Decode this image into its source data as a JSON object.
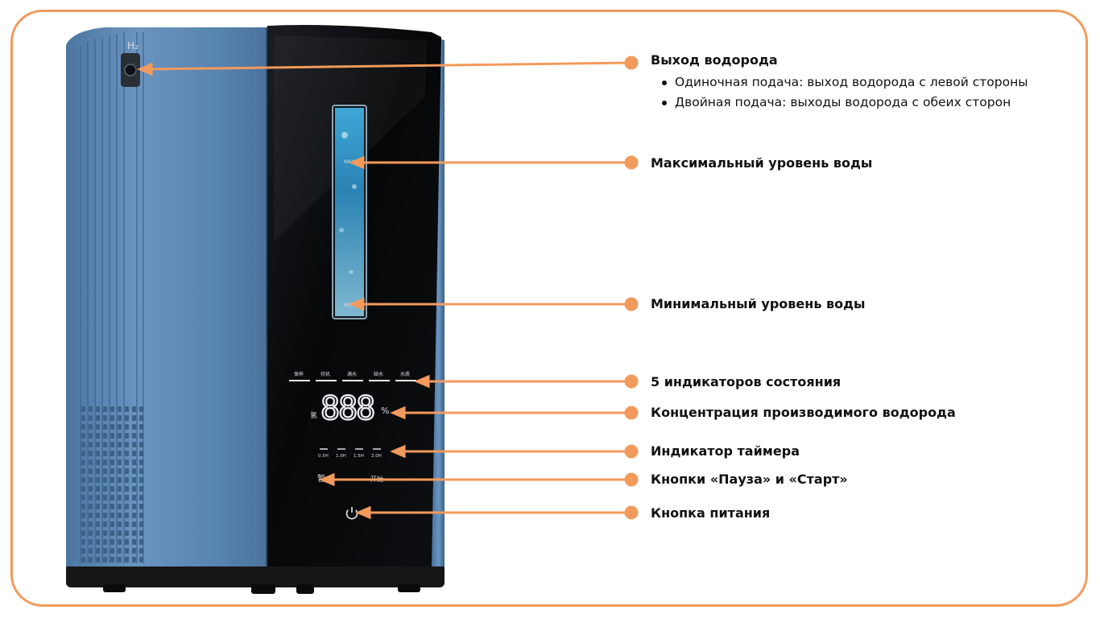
{
  "accent_color": "#f29a5c",
  "device_color": "#5b86b0",
  "callouts": [
    {
      "id": "hydrogen-outlet",
      "title": "Выход водорода",
      "bullets": [
        "Одиночная подача: выход водорода с левой стороны",
        "Двойная подача: выходы водорода с обеих сторон"
      ]
    },
    {
      "id": "max-water-level",
      "title": "Максимальный уровень воды"
    },
    {
      "id": "min-water-level",
      "title": "Минимальный уровень воды"
    },
    {
      "id": "status-indicators",
      "title": "5 индикаторов состояния"
    },
    {
      "id": "hydrogen-concentration",
      "title": "Концентрация производимого водорода"
    },
    {
      "id": "timer-indicator",
      "title": "Индикатор таймера"
    },
    {
      "id": "pause-start-buttons",
      "title": "Кнопки «Пауза» и «Старт»"
    },
    {
      "id": "power-button",
      "title": "Кнопка питания"
    }
  ],
  "device": {
    "outlet_mark": "H₂",
    "display_digits": "888",
    "display_unit": "%",
    "status_labels": [
      "保养",
      "待机",
      "满水",
      "缺水",
      "水质"
    ],
    "concentration_label": "氢",
    "timer_labels": [
      "0.5H",
      "1.0H",
      "1.5H",
      "2.0H"
    ],
    "pause_label": "暂",
    "start_label": "开始"
  }
}
